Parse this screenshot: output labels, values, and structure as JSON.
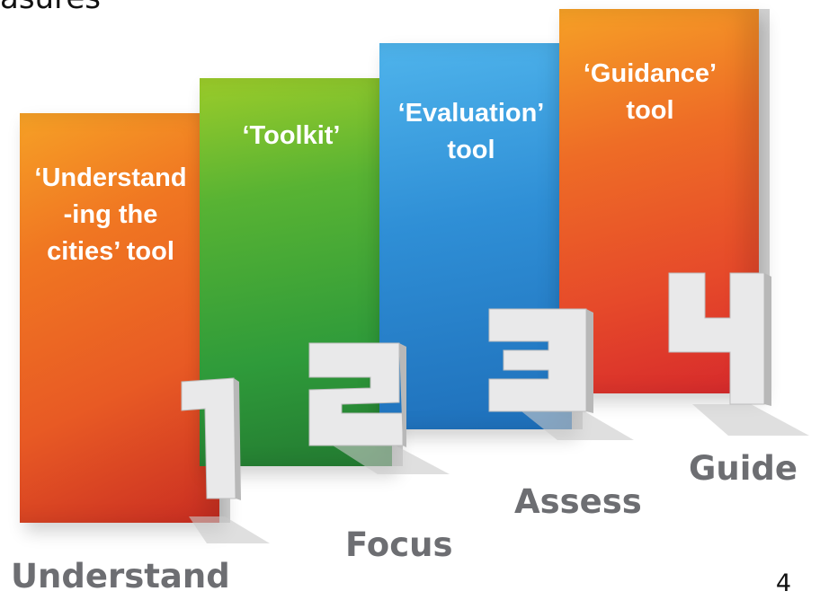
{
  "header": {
    "title_fragment": "asures"
  },
  "steps": [
    {
      "number": "1",
      "tool_label": "‘Understand\n-ing the\ncities’ tool",
      "stage_label": "Understand",
      "color": "#f07622"
    },
    {
      "number": "2",
      "tool_label": "‘Toolkit’",
      "stage_label": "Focus",
      "color": "#2f9b3a"
    },
    {
      "number": "3",
      "tool_label": "‘Evaluation’\ntool",
      "stage_label": "Assess",
      "color": "#2f8fd6"
    },
    {
      "number": "4",
      "tool_label": "‘Guidance’\ntool",
      "stage_label": "Guide",
      "color": "#e64a2a"
    }
  ],
  "footer": {
    "page_number": "4"
  }
}
